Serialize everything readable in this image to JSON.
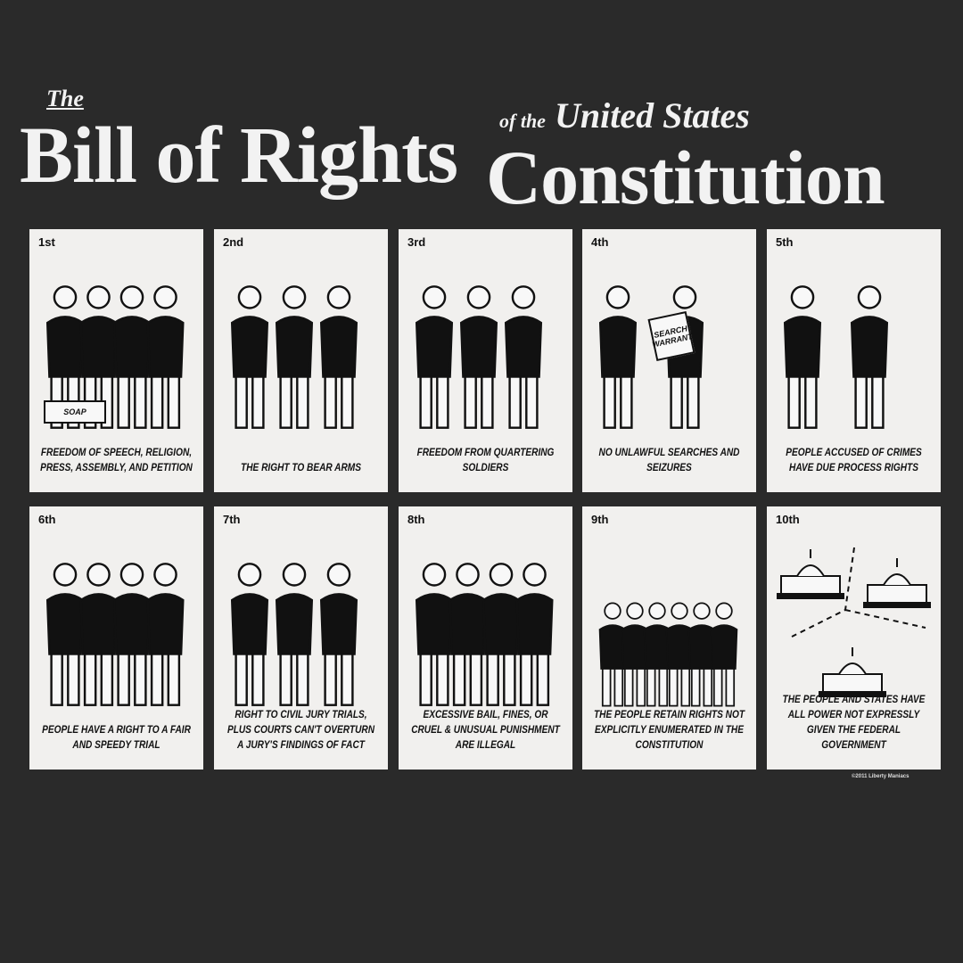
{
  "title": {
    "the": "The",
    "main": "Bill of Rights",
    "of_the": "of the",
    "united_states": "United States",
    "constitution": "Constitution"
  },
  "amendments": [
    {
      "number": "1st",
      "caption": "Freedom of speech, religion, press, assembly, and petition",
      "sign": "SOAP"
    },
    {
      "number": "2nd",
      "caption": "The right to bear arms"
    },
    {
      "number": "3rd",
      "caption": "Freedom from quartering soldiers"
    },
    {
      "number": "4th",
      "caption": "No unlawful searches and seizures",
      "sign": "SEARCH WARRANT"
    },
    {
      "number": "5th",
      "caption": "People accused of crimes have due process rights"
    },
    {
      "number": "6th",
      "caption": "People have a right to a fair and speedy trial"
    },
    {
      "number": "7th",
      "caption": "Right to civil jury trials, plus courts can't overturn a jury's findings of fact"
    },
    {
      "number": "8th",
      "caption": "Excessive bail, fines, or cruel & unusual punishment are illegal"
    },
    {
      "number": "9th",
      "caption": "The people retain rights not explicitly enumerated in the Constitution"
    },
    {
      "number": "10th",
      "caption": "The people and states have all power not expressly given the federal government"
    }
  ],
  "copyright": "©2011 Liberty Maniacs",
  "colors": {
    "background": "#2a2a2a",
    "panel": "#f1f0ee",
    "ink": "#111111"
  }
}
